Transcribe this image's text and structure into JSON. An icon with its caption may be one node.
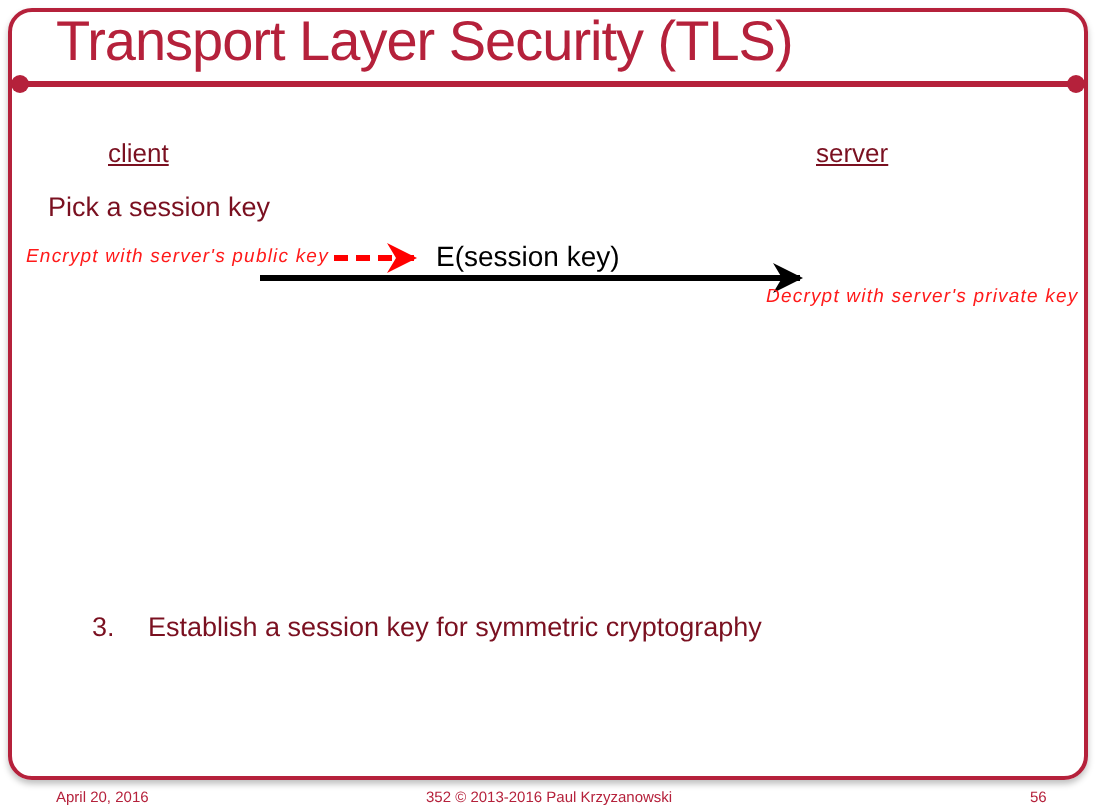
{
  "diagram": {
    "title": "Transport Layer Security (TLS)",
    "nodes": [
      {
        "text": [
          "Encrypt with server's public key"
        ]
      },
      {
        "text": [
          "Decrypt with server's private key"
        ]
      }
    ],
    "edges": [
      {
        "from": 0,
        "to": null,
        "arrow": "to",
        "style": "dashed",
        "color": "#ff0000"
      },
      {
        "from": 0,
        "to": 1,
        "arrow": "to",
        "label": "E(session key)",
        "color": "#000000"
      }
    ],
    "labels": [
      "client",
      "server",
      "Pick a session key",
      "3.",
      "Establish a session key for symmetric cryptography",
      "April 20, 2016",
      "352 © 2013-2016 Paul Krzyzanowski",
      "56"
    ]
  }
}
